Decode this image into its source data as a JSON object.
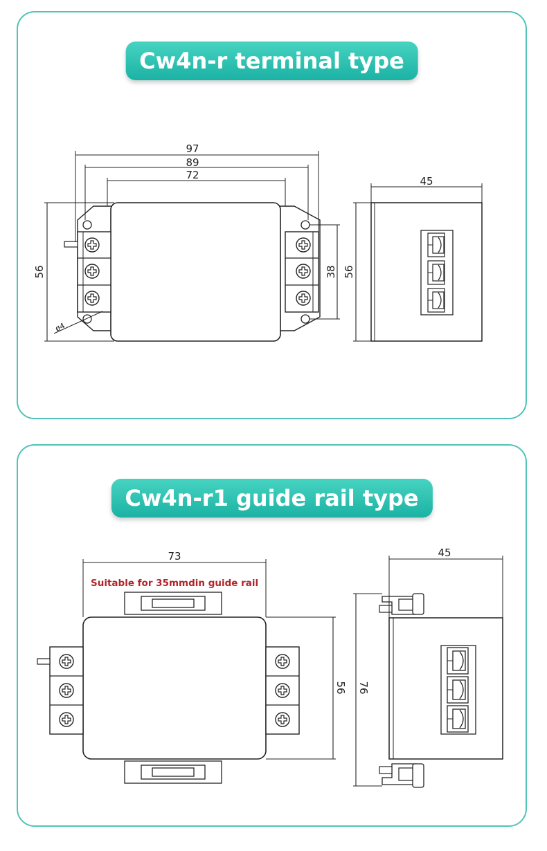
{
  "sections": [
    {
      "title": "Cw4n-r terminal type",
      "front_view": {
        "width_outer": "97",
        "width_mid": "89",
        "width_inner": "72",
        "height": "56",
        "hole_height": "38",
        "hole_diameter": "ø4"
      },
      "side_view": {
        "depth": "45",
        "height": "56"
      }
    },
    {
      "title": "Cw4n-r1 guide rail type",
      "note": "Suitable for 35mmdin guide rail",
      "front_view": {
        "width": "73",
        "height": "56"
      },
      "side_view": {
        "depth": "45",
        "height": "76"
      }
    }
  ],
  "colors": {
    "accent": "#1bb2a4",
    "border": "#4fc4b6",
    "note": "#b0252a"
  }
}
